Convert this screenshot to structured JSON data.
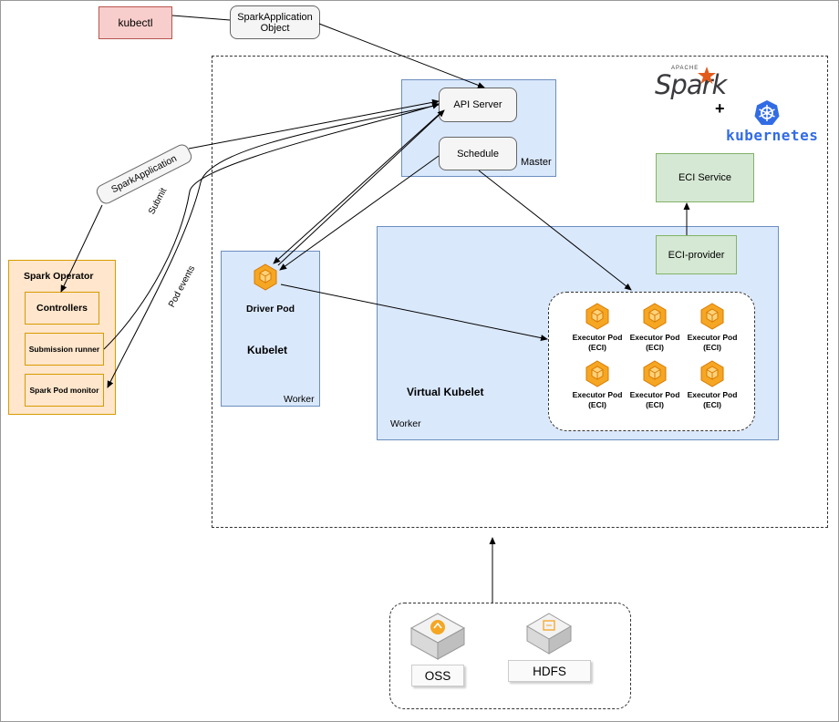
{
  "kubectl": "kubectl",
  "spark_app_object": [
    "SparkApplication",
    "Object"
  ],
  "spark_application": "SparkApplication",
  "submit": "Submit",
  "pod_events": "Pod events",
  "operator": {
    "title": "Spark Operator",
    "controllers": "Controllers",
    "submission_runner": "Submission runner",
    "pod_monitor": "Spark Pod monitor"
  },
  "master": {
    "api_server": "API Server",
    "schedule": "Schedule",
    "label": "Master"
  },
  "worker1": {
    "driver_pod": "Driver Pod",
    "kubelet": "Kubelet",
    "label": "Worker"
  },
  "worker2": {
    "virtual_kubelet": "Virtual Kubelet",
    "label": "Worker",
    "eci_provider": "ECI-provider"
  },
  "eci_service": "ECI Service",
  "executors": [
    {
      "line1": "Executor Pod",
      "line2": "(ECI)"
    },
    {
      "line1": "Executor Pod",
      "line2": "(ECI)"
    },
    {
      "line1": "Executor Pod",
      "line2": "(ECI)"
    },
    {
      "line1": "Executor Pod",
      "line2": "(ECI)"
    },
    {
      "line1": "Executor Pod",
      "line2": "(ECI)"
    },
    {
      "line1": "Executor Pod",
      "line2": "(ECI)"
    }
  ],
  "logos": {
    "apache": "APACHE",
    "spark": "Spark",
    "plus": "+",
    "kubernetes": "kubernetes"
  },
  "storage": {
    "oss": "OSS",
    "hdfs": "HDFS"
  },
  "colors": {
    "master_fill": "#dae8fc",
    "master_stroke": "#6c8ebf",
    "operator_fill": "#ffe6cc",
    "operator_stroke": "#d79b00",
    "eci_fill": "#d5e8d4",
    "eci_stroke": "#82b366",
    "kubectl_fill": "#f8cecc",
    "kubectl_stroke": "#b85450",
    "spark_orange": "#e25a1c",
    "k8s_blue": "#326ce5",
    "pod_orange": "#f5a623"
  }
}
